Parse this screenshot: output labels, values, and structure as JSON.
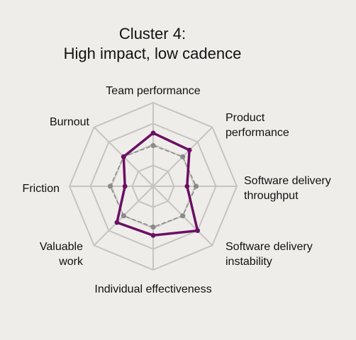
{
  "chart_data": {
    "type": "radar",
    "title": [
      "Cluster 4:",
      "High impact, low cadence"
    ],
    "axes": [
      [
        "Team performance"
      ],
      [
        "Product",
        "performance"
      ],
      [
        "Software delivery",
        "throughput"
      ],
      [
        "Software delivery",
        "instability"
      ],
      [
        "Individual effectiveness"
      ],
      [
        "Valuable",
        "work"
      ],
      [
        "Friction"
      ],
      [
        "Burnout"
      ]
    ],
    "rings": 4,
    "range": [
      0,
      4
    ],
    "grid": true,
    "series": [
      {
        "role": "cluster",
        "color": "#6b0f63",
        "values": [
          2.55,
          2.45,
          1.62,
          3.0,
          2.35,
          2.45,
          1.35,
          2.0
        ]
      },
      {
        "role": "reference",
        "color": "#8a8a8a",
        "style": "dashed",
        "values": [
          1.95,
          2.0,
          2.05,
          2.0,
          1.95,
          2.0,
          2.05,
          2.0
        ]
      }
    ],
    "colors": {
      "grid": "#c6c4c1",
      "background": "#efedea"
    }
  }
}
